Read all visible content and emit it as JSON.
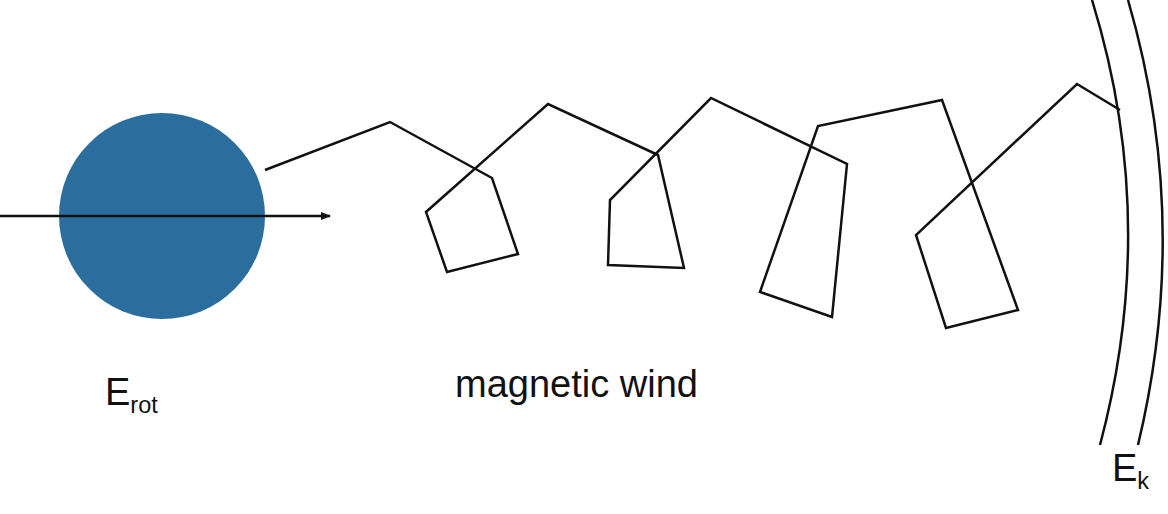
{
  "diagram": {
    "labels": [
      "Erot",
      "magnetic wind",
      "Ek"
    ]
  }
}
